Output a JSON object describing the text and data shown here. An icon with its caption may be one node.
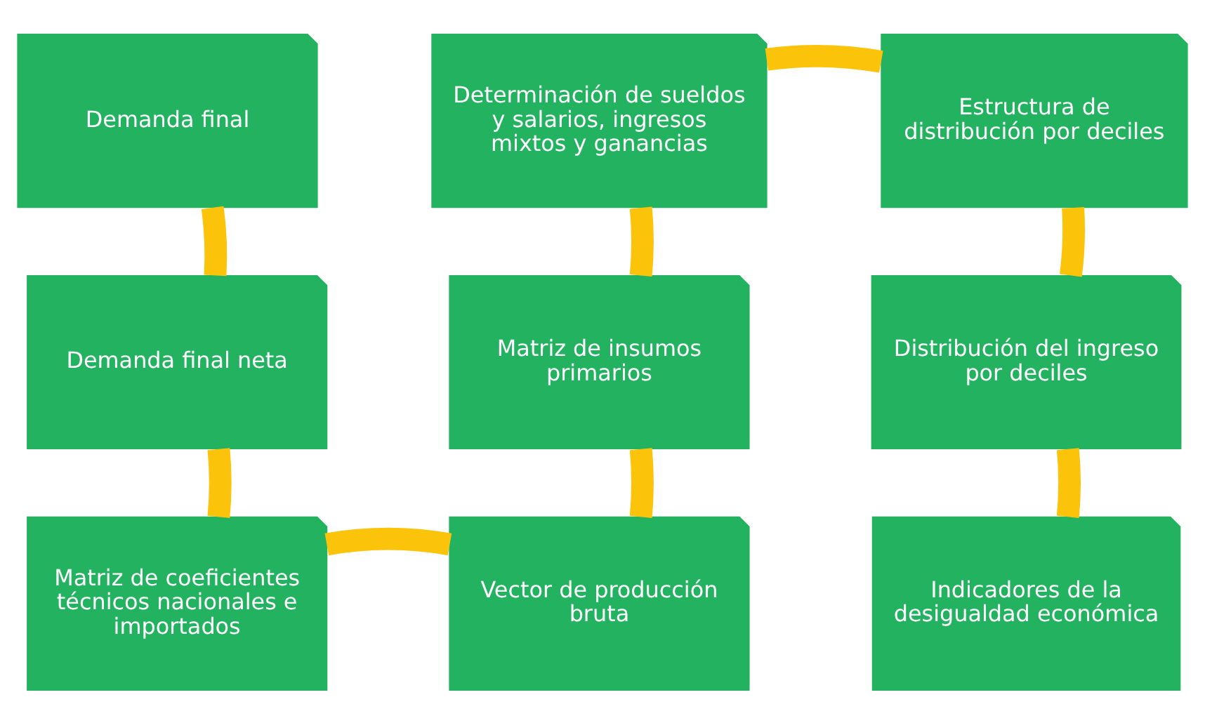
{
  "diagram": {
    "nodes": [
      {
        "text": [
          "Demanda final"
        ]
      },
      {
        "text": [
          "Determinación de sueldos y salarios, ingresos mixtos y ganancias"
        ]
      },
      {
        "text": [
          "Estructura de distribución por deciles"
        ]
      },
      {
        "text": [
          "Demanda final neta"
        ]
      },
      {
        "text": [
          "Matriz de insumos primarios"
        ]
      },
      {
        "text": [
          "Distribución del ingreso por deciles"
        ]
      },
      {
        "text": [
          "Matriz de coeficientes técnicos nacionales e importados"
        ]
      },
      {
        "text": [
          "Vector de producción bruta"
        ]
      },
      {
        "text": [
          "Indicadores de la desigualdad económica"
        ]
      }
    ],
    "edges": [
      {
        "from": 0,
        "to": 3,
        "arrow": "none"
      },
      {
        "from": 3,
        "to": 6,
        "arrow": "none"
      },
      {
        "from": 6,
        "to": 7,
        "arrow": "none"
      },
      {
        "from": 7,
        "to": 4,
        "arrow": "none"
      },
      {
        "from": 4,
        "to": 1,
        "arrow": "none"
      },
      {
        "from": 1,
        "to": 2,
        "arrow": "none"
      },
      {
        "from": 2,
        "to": 5,
        "arrow": "none"
      },
      {
        "from": 5,
        "to": 8,
        "arrow": "none"
      }
    ]
  }
}
